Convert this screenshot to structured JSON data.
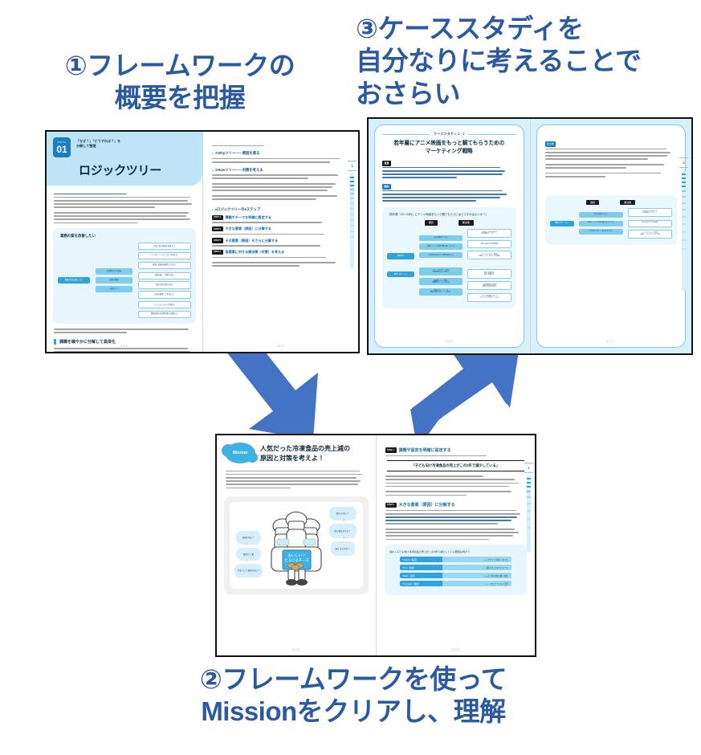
{
  "headings": {
    "step1": "①フレームワークの\n概要を把握",
    "step2": "②フレームワークを使って\nMissionをクリアし、理解",
    "step3": "③ケーススタディを\n自分なりに考えることで\nおさらい"
  },
  "colors": {
    "heading_blue": "#2C5AA0",
    "arrow_blue": "#4472C4",
    "accent_cyan": "#2FA3DD",
    "pale_cyan": "#D7F0FB"
  },
  "spread_framework": {
    "left_page": {
      "chapter_kicker": "PART01",
      "chapter_number": "01",
      "subtitle": "「なぜ？」「どうすれば？」を\n分解して整理",
      "title": "ロジックツリー",
      "body_lead": "ロジックツリーは、ビジネスの現場や課題解決の現場で広く活用されているフレームワークです。ひとつの課題を細かく分解し、順序立てて整理することで、問題の全体像や仕組みを視覚的に捉えることができる実用的なツールです。",
      "tree_caption": "業務の質を改善したい",
      "tree": {
        "root": "業務の質を改善したい",
        "branches": [
          {
            "label": "生産性向上の改善",
            "leaves": [
              "作業工程の無駄を削減する",
              "デジタルツールでコストを抑える",
              "最新の設備を積極的に入れる"
            ]
          },
          {
            "label": "品質の管理",
            "leaves": [
              "品質を厳しく基準で測る",
              "作業工程を見直し直す",
              "社員の教育に力を入れる"
            ]
          },
          {
            "label": "人材のケア",
            "leaves": [
              "リソースとスキルを見直す",
              "職場環境や外部専門家に相談する"
            ]
          }
        ]
      },
      "section_heading": "課題を細やかに分解して具体化",
      "section_body": "ロジックツリーでは、課題を順に応じて、枝分かれされるように細かく分解していきます。また、分析に応じて「Whyツリー」と「Howツリー」の2種類を使い分けます。",
      "page_number": "012"
    },
    "right_page": {
      "bullets": [
        {
          "label": "①Whyツリー——原因を探る",
          "body": "「なぜ売上が伸びないのか？」「なぜこの人気は上がりやすいのか？」など、課題の根本原因を明らかにしたい時に使います。"
        },
        {
          "label": "②Howツリー——対策を考える",
          "body": "「顧客満足度を高めるにはどうすればよいか？」「業務を効率化するには何が必要か？」など、具体的な解決方法を探る時に使用です。"
        }
      ],
      "note": "なお、最初にWhyツリーで原因を洗い出し、その後にHowツリーで対策を考えるという“合わせ技”の使い方もあります。どちらの場合も、基本的な仕組みは同じです。",
      "steps_title": "●ロジックツリーの4ステップ",
      "steps": [
        {
          "badge": "STEP 1",
          "label": "課題やテーマを明確に設定する",
          "body": "最初に、何について考えていきたいのかを明らかにします。"
        },
        {
          "badge": "STEP 2",
          "label": "大きな要素（原因）に分解する",
          "body": "ステップ1で挙げたことを、2〜4つの要素に分解します。"
        },
        {
          "badge": "STEP 3",
          "label": "その要素（原因）をさらに分解する",
          "body": "ステップ2で考えた要素を、それぞれ分解していきます。"
        },
        {
          "badge": "STEP 4",
          "label": "各要素に対する解決策（対策）を考える",
          "body": "出てきたことがらをどう中を解決できるのか分析します。"
        }
      ],
      "side_tab": "1",
      "side_tab_label": "ロジックツリー",
      "page_number": "013"
    }
  },
  "spread_mission": {
    "left_page": {
      "badge": "Mission",
      "title": "人気だった冷凍食品の売上減の\n原因と対策を考えよ！",
      "body": "ある食品メーカーは、子どものいる家庭をターゲットにした冷凍食品を販売しています。長年、安定した人気を誇る定番商品でしたが、ここ3年間ほど売上が減少し、悩んでいます。そこで、売上減の原因を探るために Whyツリーを使い、問題解決の具体的な対策を考えてみましょう。",
      "illustration_bubbles_right": [
        "飽きられた？",
        "他の食品がすき？",
        "味も そのまま？"
      ],
      "illustration_bubbles_left": [
        "価格が高い？",
        "値段が 上昇",
        "やはりして 値段が高い？"
      ],
      "package_text": "おいしい！\nとろけるチーズ",
      "page_number": "014"
    },
    "right_page": {
      "steps": [
        {
          "badge": "STEP 1",
          "label": "課題や設定を明確に設定する",
          "body": "まずは、今回解決したいテーマを考えてみましょう。"
        },
        {
          "badge": "STEP 2",
          "label": "大きな要素（原因）に分解する",
          "body": "課題を多角的に分析するためには、マーケティングの基本である「4P」に分けて考えるのが有効的です。4Pとは、Product（製品）、Price（価格）、Place（流通）、Promotion（販促）の4つの視点から構成され、それぞれが顧客の購買行動に大きく影響します。"
        }
      ],
      "quote": "「子ども向け冷凍食品の売上がこの3年で減少している」",
      "mid_body": "課題は必ず明確にするのがポイントです。よって、ここでは「売上が減っているのはなぜか？」といった広い言い方でなく、「3年連続」や「家庭向け商品」などできるだけ具体的で事実に基づいた問い掛けを設定します。こうすることで、次のステップでの分解作業がスムーズになります。",
      "table_question": "図1-1 子ども向け冷凍食品の売上がこの3年で減少している要因は何か？",
      "table_rows": [
        {
          "key": "Product（製品）",
          "value": "——ブランドが古くなった"
        },
        {
          "key": "Price（価格）",
          "value": "——値上げ・コスパイメージ"
        },
        {
          "key": "Place（流通）",
          "value": "——売り場の取り扱い減少"
        },
        {
          "key": "Promotion（販促）",
          "value": "——プロモーション不足"
        }
      ],
      "page_number": "015"
    }
  },
  "spread_casestudy": {
    "left_page": {
      "kicker": "ケーススタディ 1 - 1",
      "title": "若年層にアニメ映画をもっと観てもらうための\nマーケティング戦略",
      "blocks": [
        {
          "tag": "背景",
          "body": "国内アニメ映画の認知度や観客数が伸び悩み、特に若年層（10〜20代）の取り込みが重要課題となっています。そこでアニメ制作会社のマーケティング担当者は、Whyツリーで原因を探り下げ、さらに具体的な施策を整理しようと考えました。"
        },
        {
          "tag": "解説",
          "body": "若年層の嗜好変化やSNS利用の多様化に対応するため、認知不足や興味低下、価格や購入のハードル、視聴拡散不足などの課題をロジックツリーで整理してみました。そこで浮かび上がった課題に対し、具体的な解決策をだしに出して行動指針にもつなげています。"
        }
      ],
      "tree_question": "「若年層（10〜20代）にアニメ映画をもっと観てもらうにはどうすればよいか？」",
      "tree_columns": [
        "課題",
        "解決策"
      ],
      "tree_groups": [
        {
          "label": "認知不足",
          "rows": [
            {
              "issue": "SNSの露出が少ない",
              "solution": "TikTok・Instagramで\n短尺動画キャンペーン"
            },
            {
              "issue": "上映タイミングが若年層に届いていない",
              "solution": "学校や生協での告知強化"
            },
            {
              "issue": "その作品があること自体を知らない",
              "solution": "インフルエンサー起用・\n声優アーカイブのコラボ投稿"
            }
          ]
        },
        {
          "label": "観賞へのハードル",
          "rows": [
            {
              "issue": "チケット代やグッズ代に\n抵抗感がある人が多い",
              "solution": "学生・若者向け\n割引・特典付与"
            },
            {
              "issue": "映画館に行く手間や\n時間的なハードルがある",
              "solution": "上映時間帯を多様化\n深夜・休日枠の拡充"
            },
            {
              "issue": "作品のストーリーに\n興味が持てないシーンが多い",
              "solution": "キャラを前面に出した\nビジュアルプロモーション"
            }
          ]
        }
      ],
      "page_number": "016"
    },
    "right_page": {
      "tag": "まとめ",
      "body": "この事例では、顧客が商品やサービスを認知し、興味を持ち、購入を検討し、実際に購入して利用する、さらにはリピーターになるまでのプロセスを示す一連の行程である「カスタマージャーニー」（※サービスデザインも同様）にそって課題を分解していきました。また、すぐに見てきたように、この前の Mission では「4P」を使って課題を整理しています。この本では詳述しませんが、カスタマージャーニーや4Pもフレームワークのひとつです。",
      "side_tab": "1",
      "side_tab_label": "ケーススタディ",
      "page_number": "017"
    }
  }
}
